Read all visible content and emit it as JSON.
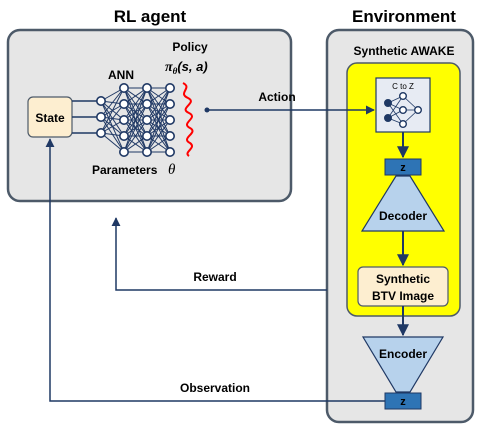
{
  "rl_agent": {
    "title": "RL agent",
    "state_label": "State",
    "ann_label": "ANN",
    "policy_label": "Policy",
    "policy_symbol": "π",
    "policy_subscript": "θ",
    "policy_args": "(s, a)",
    "parameters_label": "Parameters",
    "theta_symbol": "θ"
  },
  "environment": {
    "title": "Environment",
    "synthetic_awake_label": "Synthetic AWAKE",
    "c_to_z_label": "C to Z",
    "z_top_label": "z",
    "decoder_label": "Decoder",
    "synthetic_btv_label_line1": "Synthetic",
    "synthetic_btv_label_line2": "BTV Image",
    "encoder_label": "Encoder",
    "z_bottom_label": "z"
  },
  "arrows": {
    "action_label": "Action",
    "reward_label": "Reward",
    "observation_label": "Observation"
  },
  "colors": {
    "panel_fill": "#e6e6e6",
    "panel_stroke": "#4d5a69",
    "yellow_box": "#ffff00",
    "state_box": "#fdeed0",
    "z_box": "#2e74b5",
    "trapezoid": "#b7d2ec",
    "arrow": "#1f3864",
    "policy_curve": "#ff0000",
    "network": "#1f3864"
  }
}
